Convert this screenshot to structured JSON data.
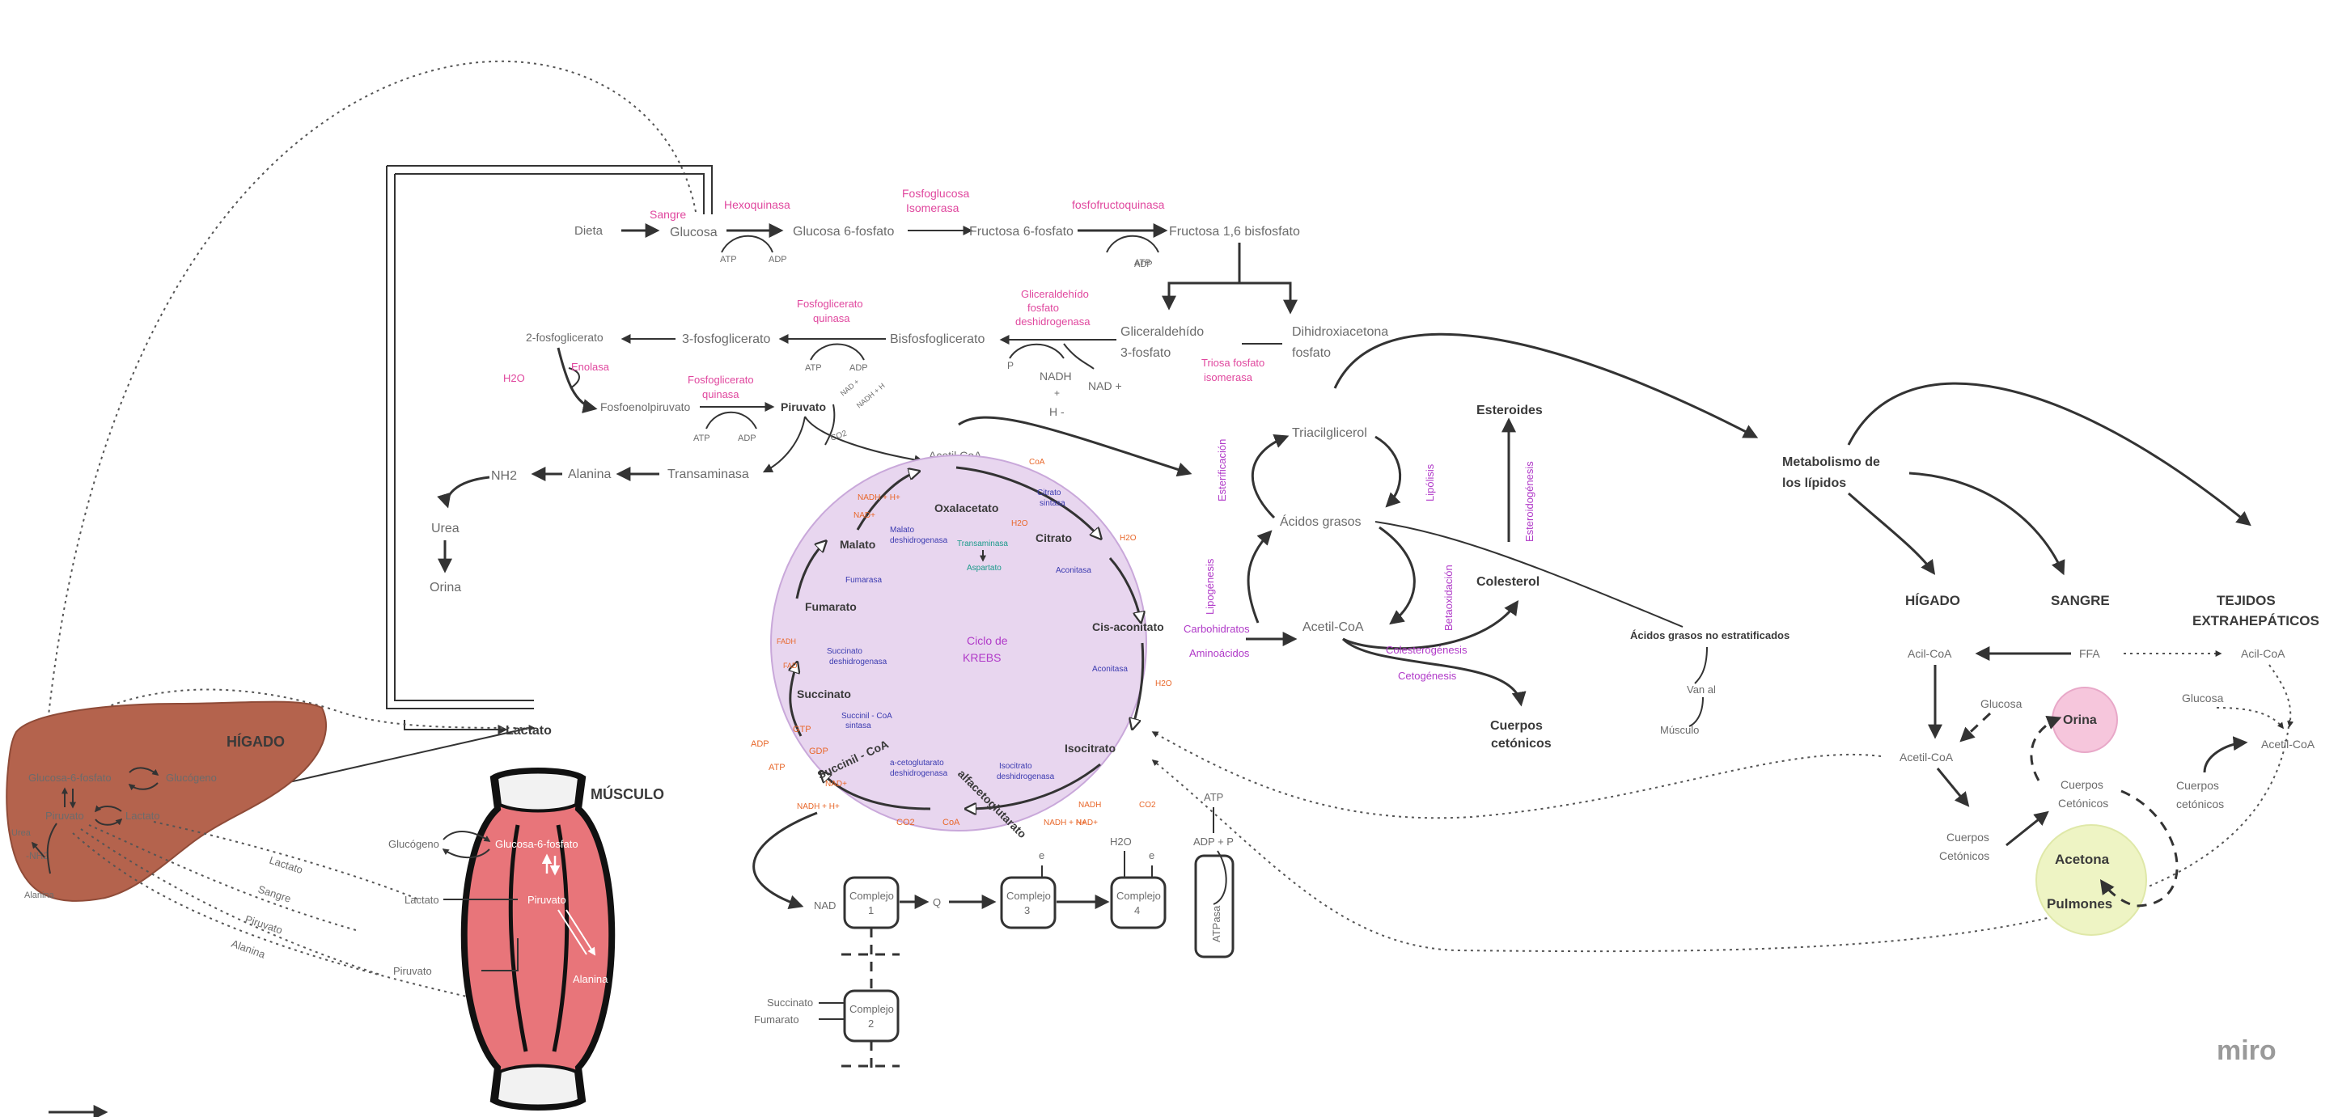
{
  "glycolysis": {
    "dieta": "Dieta",
    "glucosa": "Glucosa",
    "sangre": "Sangre",
    "hexoquinasa": "Hexoquinasa",
    "atp1": "ATP",
    "adp1": "ADP",
    "glucosa6p": "Glucosa 6-fosfato",
    "fosfoglucosa": "Fosfoglucosa",
    "isomerasa": "Isomerasa",
    "fructosa6p": "Fructosa 6-fosfato",
    "fosfofructo": "fosfofructoquinasa",
    "atp2": "ATP",
    "adp2": "ADP",
    "fructosa16": "Fructosa 1,6 bisfosfato",
    "gliceral_1": "Gliceraldehído",
    "gliceral_2": "3-fosfato",
    "dihidroxi_1": "Dihidroxiacetona",
    "dihidroxi_2": "fosfato",
    "triosa_1": "Triosa fosfato",
    "triosa_2": "isomerasa",
    "g3pdh_1": "Gliceraldehído",
    "g3pdh_2": "fosfato",
    "g3pdh_3": "deshidrogenasa",
    "p": "P",
    "nadh": "NADH",
    "plus": "+",
    "h": "H -",
    "nadplus": "NAD +",
    "bisfosfo": "Bisfosfoglicerato",
    "fosfoglicerato_q1": "Fosfoglicerato",
    "fosfoglicerato_q2": "quinasa",
    "atp3": "ATP",
    "adp3": "ADP",
    "tresfosfo": "3-fosfoglicerato",
    "dosfosfo": "2-fosfoglicerato",
    "h2o": "H2O",
    "enolasa": "Enolasa",
    "fosfoenol": "Fosfoenolpiruvato",
    "pk_1": "Fosfoglicerato",
    "pk_2": "quinasa",
    "atp4": "ATP",
    "adp4": "ADP",
    "piruvato": "Piruvato",
    "nadplus_small": "NAD +",
    "nadh_small": "NADH + H",
    "co2": "CO2",
    "acetilcoa": "Acetil CoA",
    "transaminasa": "Transaminasa",
    "alanina": "Alanina",
    "nh2": "NH2",
    "urea": "Urea",
    "orina": "Orina",
    "lactato": "Lactato"
  },
  "krebs": {
    "title_1": "Ciclo de",
    "title_2": "KREBS",
    "oxalacetato": "Oxalacetato",
    "citrato": "Citrato",
    "cisaconitato": "Cis-aconitato",
    "isocitrato": "Isocitrato",
    "akg": "alfacetoglutarato",
    "succinilcoa": "Succinil - CoA",
    "succinato": "Succinato",
    "fumarato": "Fumarato",
    "malato": "Malato",
    "citrato_sintasa_1": "Citrato",
    "citrato_sintasa_2": "sintasa",
    "aconitasa1": "Aconitasa",
    "aconitasa2": "Aconitasa",
    "isocit_dh_1": "Isocitrato",
    "isocit_dh_2": "deshidrogenasa",
    "akg_dh_1": "a-cetoglutarato",
    "akg_dh_2": "deshidrogenasa",
    "succ_coa_1": "Succinil - CoA",
    "succ_coa_2": "sintasa",
    "succ_dh_1": "Succinato",
    "succ_dh_2": "deshidrogenasa",
    "fumarasa": "Fumarasa",
    "malato_dh_1": "Malato",
    "malato_dh_2": "deshidrogenasa",
    "transaminasa": "Transaminasa",
    "aspartato": "Aspartato",
    "coa_top": "CoA",
    "h2o_a": "H2O",
    "h2o_b": "H2O",
    "h2o_c": "H2O",
    "nadh_top": "NADH + H+",
    "nad_top": "NAD+",
    "co2_r": "CO2",
    "nadh_r": "NADH",
    "nadh_bot": "NADH + H+",
    "nad_bot": "NAD+",
    "co2_b": "CO2",
    "coa_b": "CoA",
    "nadh_bl": "NADH + H+",
    "nad_bl": "NAD+",
    "gtp": "GTP",
    "gdp": "GDP",
    "adp": "ADP",
    "atp": "ATP",
    "fadh": "FADH",
    "fad": "FAD"
  },
  "chain": {
    "nad": "NAD",
    "q": "Q",
    "c1": "Complejo",
    "c1n": "1",
    "c2": "Complejo",
    "c2n": "2",
    "c3": "Complejo",
    "c3n": "3",
    "c4": "Complejo",
    "c4n": "4",
    "e1": "e",
    "e2": "e",
    "h2o": "H2O",
    "atp": "ATP",
    "adpp": "ADP + P",
    "atpasa": "ATPasa",
    "succinato": "Succinato",
    "fumarato": "Fumarato"
  },
  "lipids": {
    "triacilglicerol": "Triacilglicerol",
    "acidos_grasos": "Ácidos grasos",
    "esterificacion": "Esterificación",
    "lipolisis": "Lipólisis",
    "lipogenesis": "Lipogénesis",
    "betaoxidacion": "Betaoxidación",
    "esteroidogenesis": "Esteroidogénesis",
    "esteroides": "Esteroides",
    "colesterol": "Colesterol",
    "acetilcoa": "Acetil-CoA",
    "carbohidratos": "Carbohidratos",
    "aminoacidos": "Aminoácidos",
    "colesterogenesis": "Colesterogénesis",
    "cetogenesis": "Cetogénesis",
    "cuerpos_1": "Cuerpos",
    "cuerpos_2": "cetónicos",
    "no_ester": "Ácidos grasos no estratificados",
    "van_al": "Van al",
    "musculo": "Músculo"
  },
  "metab": {
    "title_1": "Metabolismo de",
    "title_2": "los lípidos",
    "higado": "HÍGADO",
    "sangre": "SANGRE",
    "tejidos_1": "TEJIDOS",
    "tejidos_2": "EXTRAHEPÁTICOS",
    "acilcoa_l": "Acil-CoA",
    "ffa": "FFA",
    "acilcoa_r": "Acil-CoA",
    "glucosa_l": "Glucosa",
    "glucosa_r": "Glucosa",
    "acetilcoa_l": "Acetil-CoA",
    "acetilcoa_r": "Acetil-CoA",
    "orina": "Orina",
    "cuerpos_c1": "Cuerpos",
    "cuerpos_c2": "Cetónicos",
    "cuerpos_l1": "Cuerpos",
    "cuerpos_l2": "Cetónicos",
    "cuerpos_r1": "Cuerpos",
    "cuerpos_r2": "cetónicos",
    "acetona": "Acetona",
    "pulmones": "Pulmones",
    "color_orina": "#f6c6dc",
    "color_acetona": "#eef4c4"
  },
  "organs": {
    "higado_title": "HÍGADO",
    "musculo_title": "MÚSCULO",
    "liver_g6p": "Glucosa-6-fosfato",
    "liver_glucogeno": "Glucógeno",
    "liver_piruvato": "Piruvato",
    "liver_lactato": "Lactato",
    "liver_urea": "Urea",
    "liver_nh2": "-NH2",
    "liver_alanina": "Alanina",
    "muscle_g6p": "Glucosa-6-fosfato",
    "muscle_piruvato": "Piruvato",
    "muscle_alanina": "Alanina",
    "muscle_glucogeno": "Glucógeno",
    "muscle_lactato": "Lactato",
    "muscle_piruvato2": "Piruvato",
    "cori_lactato": "Lactato",
    "cori_sangre": "Sangre",
    "cori_piruvato": "Piruvato",
    "cori_alanina": "Alanina",
    "color_liver": "#b4634d",
    "color_muscle": "#e8757a"
  },
  "brand": {
    "miro": "miro"
  }
}
